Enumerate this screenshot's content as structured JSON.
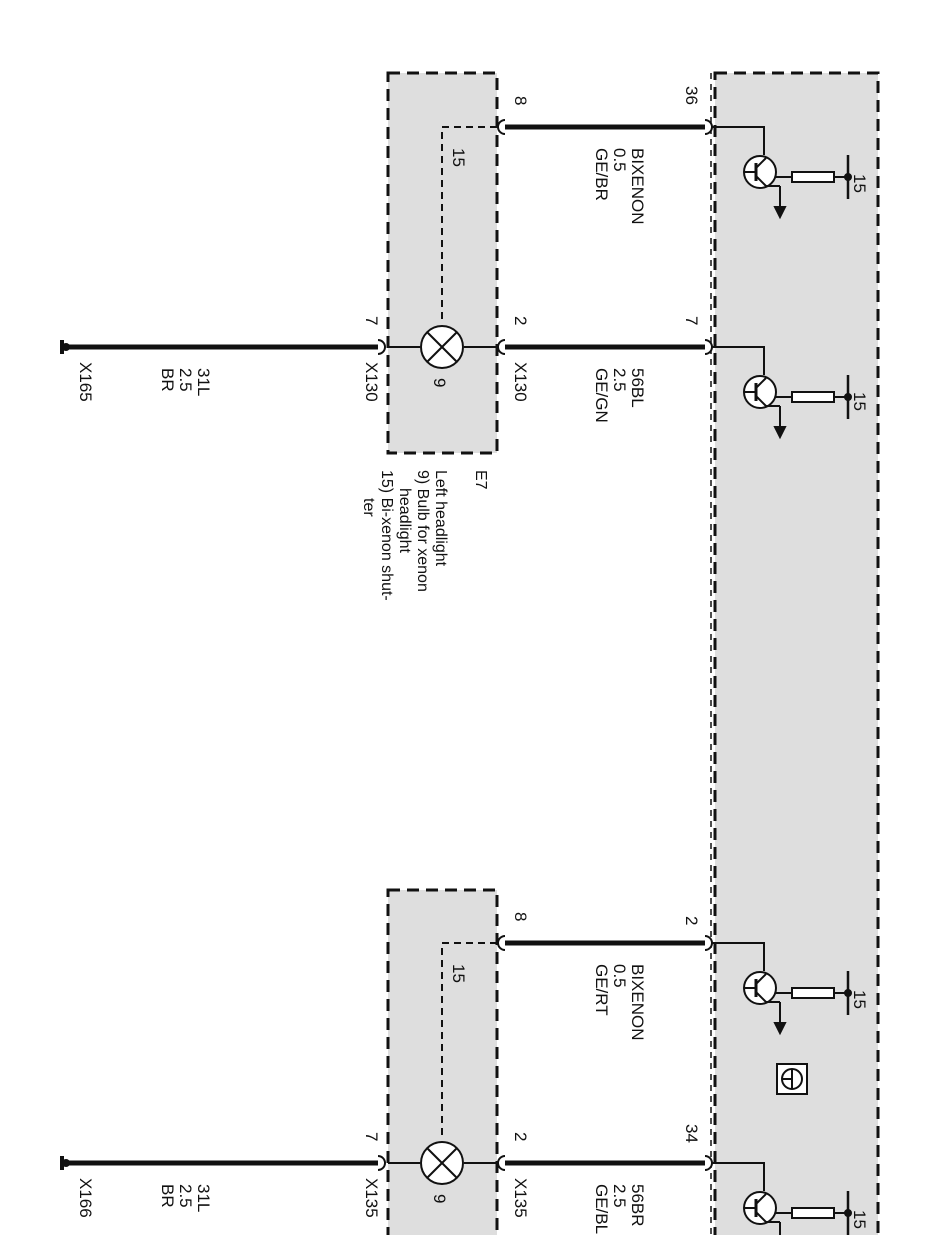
{
  "module": {
    "symbol_icon": "ground-clock-icon"
  },
  "module_pins": {
    "p36": "36",
    "p7": "7",
    "p2": "2",
    "p34": "34"
  },
  "supply": {
    "s1": "15",
    "s2": "15",
    "s3": "15",
    "s4": "15"
  },
  "upper_headlight": {
    "inner_label": "15",
    "bulb_number": "9",
    "pin_a": "8",
    "pin_b": "2",
    "ground_pin": "7",
    "conn_b": "X130",
    "conn_ground": "X130",
    "ground_point": "X165",
    "id": "E7",
    "desc_line1": "Left headlight",
    "desc_line2": "9) Bulb for xenon",
    "desc_line3": "headlight",
    "desc_line4": "15) Bi-xenon shut-",
    "desc_line5": "ter"
  },
  "lower_headlight": {
    "inner_label": "15",
    "bulb_number": "9",
    "pin_a": "8",
    "pin_b": "2",
    "ground_pin": "7",
    "conn_b": "X135",
    "conn_ground": "X135",
    "ground_point": "X166"
  },
  "wires": {
    "w1": {
      "name": "BIXENON",
      "size": "0.5",
      "color": "GE/BR"
    },
    "w2": {
      "name": "56BL",
      "size": "2.5",
      "color": "GE/GN"
    },
    "w3": {
      "name": "31L",
      "size": "2.5",
      "color": "BR"
    },
    "w4": {
      "name": "BIXENON",
      "size": "0.5",
      "color": "GE/RT"
    },
    "w5": {
      "name": "56BR",
      "size": "2.5",
      "color": "GE/BL"
    },
    "w6": {
      "name": "31L",
      "size": "2.5",
      "color": "BR"
    }
  }
}
